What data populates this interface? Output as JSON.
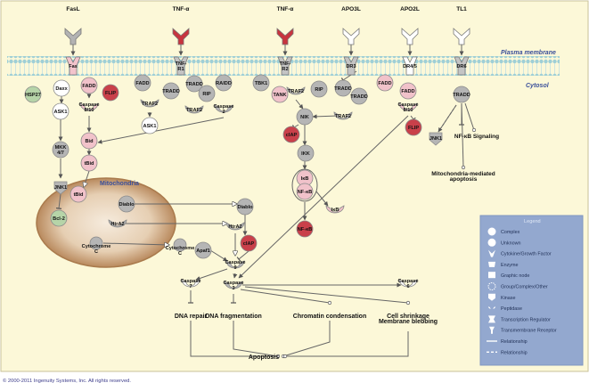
{
  "membrane": {
    "plasma": "Plasma membrane",
    "cytosol": "Cytosol"
  },
  "mito_label": "Mitochondria",
  "ligands": [
    "FasL",
    "TNF-α",
    "TNF-α",
    "APO3L",
    "APO2L",
    "TL1"
  ],
  "receptors": [
    "Fas",
    "TNF-\nR1",
    "TNF-\nR2",
    "DR3",
    "DR4/5",
    "DR6"
  ],
  "nodes": {
    "daxx": "Daxx",
    "fadd1": "FADD",
    "flip1": "FLIP",
    "casp810a": "Caspase\n8/10",
    "hsp27": "HSP27",
    "ask1a": "ASK1",
    "bid": "Bid",
    "tbid1": "tBid",
    "mkk47": "MKK\n4/7",
    "jnk1a": "JNK1",
    "tbid2": "tBid",
    "bcl2": "Bcl-2",
    "diablo1": "Diablo",
    "htra2a": "HtrA2",
    "cytc1": "Cytochrome\nC",
    "fadd2": "FADD",
    "tradd1": "TRADD",
    "tradd2": "TRADD",
    "raidd": "RAIDD",
    "traf2a": "TRAF2",
    "rip1": "RIP",
    "traf2b": "TRAF2",
    "casp2": "Caspase\n2",
    "ask1b": "ASK1",
    "tbk1": "TBK1",
    "tank": "TANK",
    "traf2c": "TRAF2",
    "rip2": "RIP",
    "tradd3": "TRADD",
    "tradd4": "TRADD",
    "traf2d": "TRAF2",
    "nik": "NIK",
    "ciap1": "cIAP",
    "ikk": "IKK",
    "ikb1": "IκB",
    "nfkb1": "NF-κB",
    "ikb2": "IκB",
    "nfkb2": "NF-κB",
    "fadd3": "FADD",
    "fadd4": "FADD",
    "casp810b": "Caspase\n8/10",
    "flip2": "FLIP",
    "tradd5": "TRADD",
    "jnk1b": "JNK1",
    "nfkb_sig": "NF-κB Signaling",
    "mito_apop": "Mitochondria-mediated\napoptosis",
    "diablo2": "Diablo",
    "htra2b": "HtrA2",
    "cytc2": "Cytochrome\nC",
    "apaf1": "Apaf1",
    "ciap2": "cIAP",
    "casp9": "Caspase\n9",
    "casp7": "Caspase\n7",
    "casp3": "Caspase\n3",
    "casp6": "Caspase\n6"
  },
  "outcomes": {
    "dna_repair": "DNA repair",
    "dna_frag": "DNA fragmentation",
    "chrom": "Chromatin condensation",
    "shrink": "Cell shrinkage\nMembrane blebbing",
    "apoptosis": "Apoptosis"
  },
  "legend": {
    "title": "Legend",
    "items": [
      "Complex",
      "Unknown",
      "Cytokine/Growth Factor",
      "Enzyme",
      "Graphic node",
      "Group/Complex/Other",
      "Kinase",
      "Peptidase",
      "Transcription Regulator",
      "Transmembrane Receptor",
      "Relationship",
      "Relationship"
    ]
  },
  "copyright": "© 2000-2011 Ingenuity Systems, Inc. All rights reserved.",
  "colors": {
    "background": "#fcf8d8",
    "membrane": "#a9d3d9",
    "gray": "#b3b3b3",
    "pink": "#f3c4cc",
    "red": "#c9404a",
    "green": "#b6d4a8",
    "legend_bg": "#93a8cf",
    "mito": "#d2aa86"
  }
}
